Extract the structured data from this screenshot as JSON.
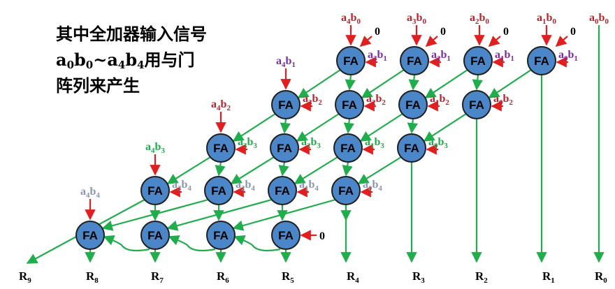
{
  "caption": {
    "line1": "其中全加器输入信号",
    "line2_a": "a",
    "line2_a_sub": "0",
    "line2_b": "b",
    "line2_b_sub": "0",
    "line2_tilde": "~",
    "line2_c": "a",
    "line2_c_sub": "4",
    "line2_d": "b",
    "line2_d_sub": "4",
    "line2_rest": "用与门",
    "line3": "阵列来产生"
  },
  "fa_label": "FA",
  "zero_label": "0",
  "colors": {
    "node_fill": "#4a86c8",
    "node_stroke": "#1f1f1f",
    "red": "#e02020",
    "green": "#1fae4b",
    "purple": "#7a2ea0",
    "darkred": "#c0202c",
    "gray": "#8a97b0",
    "black": "#000000"
  },
  "top_inputs": [
    {
      "a": "4",
      "b": "0",
      "color": "darkred"
    },
    {
      "a": "3",
      "b": "0",
      "color": "darkred"
    },
    {
      "a": "2",
      "b": "0",
      "color": "darkred"
    },
    {
      "a": "1",
      "b": "0",
      "color": "darkred"
    },
    {
      "a": "0",
      "b": "0",
      "color": "darkred"
    }
  ],
  "row_inputs": [
    {
      "a": "4",
      "b": "1",
      "color": "purple"
    },
    {
      "a": "4",
      "b": "2",
      "color": "darkred"
    },
    {
      "a": "4",
      "b": "3",
      "color": "green"
    },
    {
      "a": "4",
      "b": "4",
      "color": "gray"
    }
  ],
  "side_inputs": [
    [
      {
        "a": "3",
        "b": "1"
      },
      {
        "a": "2",
        "b": "1"
      },
      {
        "a": "1",
        "b": "1"
      },
      {
        "a": "0",
        "b": "1"
      }
    ],
    [
      {
        "a": "3",
        "b": "2"
      },
      {
        "a": "2",
        "b": "2"
      },
      {
        "a": "1",
        "b": "2"
      },
      {
        "a": "0",
        "b": "2"
      }
    ],
    [
      {
        "a": "3",
        "b": "3"
      },
      {
        "a": "2",
        "b": "3"
      },
      {
        "a": "1",
        "b": "3"
      },
      {
        "a": "0",
        "b": "3"
      }
    ],
    [
      {
        "a": "3",
        "b": "4"
      },
      {
        "a": "2",
        "b": "4"
      },
      {
        "a": "1",
        "b": "4"
      },
      {
        "a": "0",
        "b": "4"
      }
    ]
  ],
  "outputs": [
    "9",
    "8",
    "7",
    "6",
    "5",
    "4",
    "3",
    "2",
    "1",
    "0"
  ],
  "output_prefix": "R"
}
